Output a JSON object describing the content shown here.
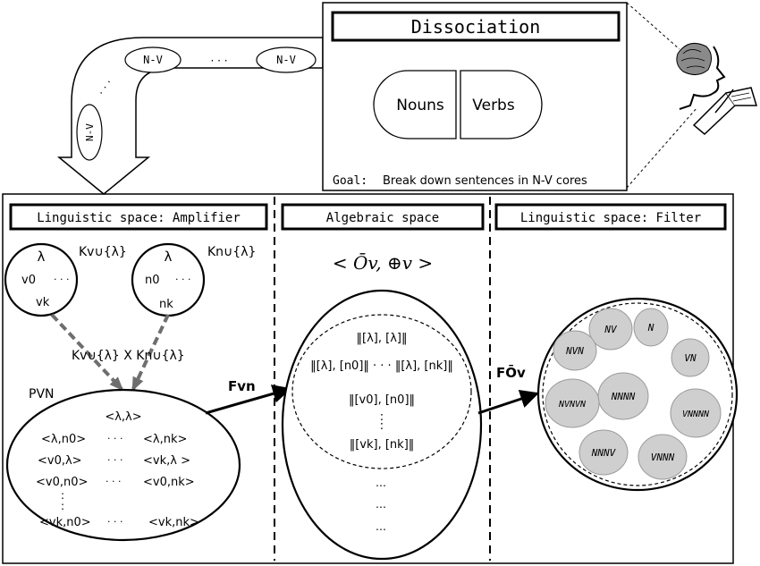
{
  "dissociation": {
    "title": "Dissociation",
    "nouns_label": "Nouns",
    "verbs_label": "Verbs",
    "goal_prefix": "Goal:",
    "goal_text": "Break down sentences in N-V cores"
  },
  "pipe": {
    "core_label": "N-V",
    "ellipsis": "· · ·"
  },
  "panels": {
    "amplifier_title": "Linguistic space: Amplifier",
    "algebraic_title": "Algebraic space",
    "filter_title": "Linguistic space: Filter"
  },
  "amplifier": {
    "verb_set": {
      "lambda": "λ",
      "first": "v0",
      "dots": "· · ·",
      "last": "vk",
      "label": "Kv∪{λ}"
    },
    "noun_set": {
      "lambda": "λ",
      "first": "n0",
      "dots": "· · ·",
      "last": "nk",
      "label": "Kn∪{λ}"
    },
    "product_label": "Kv∪{λ}  X  Kn∪{λ}",
    "pvn_label": "PVN",
    "pairs": [
      "<λ,λ>",
      "<λ,n0>",
      "<λ,nk>",
      "<v0,λ>",
      "<vk,λ >",
      "<v0,n0>",
      "<v0,nk>",
      "<vk,n0>",
      "<vk,nk>"
    ],
    "fvn_label": "Fvn"
  },
  "algebraic": {
    "structure_label": "< Ōv, ⊕v >",
    "norms": [
      "‖[λ], [λ]‖",
      "‖[λ], [n0]‖ · · · ‖[λ], [nk]‖",
      "‖[v0], [n0]‖",
      "‖[vk], [nk]‖"
    ],
    "fo_label": "FŌv"
  },
  "filter": {
    "cores": [
      "NV",
      "N",
      "NVN",
      "VN",
      "NNNN",
      "NVNVN",
      "VNNNN",
      "NNNV",
      "VNNN"
    ]
  }
}
